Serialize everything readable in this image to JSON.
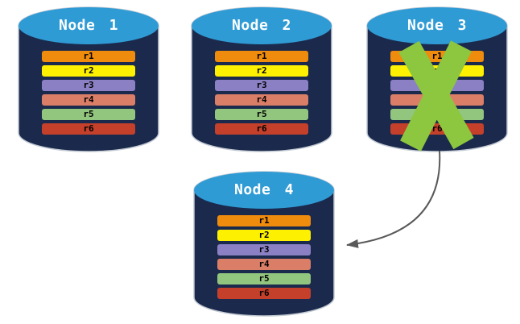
{
  "diagram": {
    "nodes": [
      {
        "label": "Node 1",
        "records": [
          "r1",
          "r2",
          "r3",
          "r4",
          "r5",
          "r6"
        ],
        "failed": false
      },
      {
        "label": "Node 2",
        "records": [
          "r1",
          "r2",
          "r3",
          "r4",
          "r5",
          "r6"
        ],
        "failed": false
      },
      {
        "label": "Node 3",
        "records": [
          "r1",
          "r2",
          "r3",
          "r4",
          "r5",
          "r6"
        ],
        "failed": true
      },
      {
        "label": "Node 4",
        "records": [
          "r1",
          "r2",
          "r3",
          "r4",
          "r5",
          "r6"
        ],
        "failed": false
      }
    ],
    "record_colors": [
      "#EF8B0D",
      "#FDF000",
      "#8B80C4",
      "#DB7E67",
      "#92C57E",
      "#C4402B"
    ],
    "colors": {
      "cylinder_top": "#2F9BD5",
      "cylinder_body": "#1B2A4C",
      "cylinder_outline": "#C3CAD3",
      "failure_x": "#8DC63F",
      "arrow": "#595959"
    }
  }
}
